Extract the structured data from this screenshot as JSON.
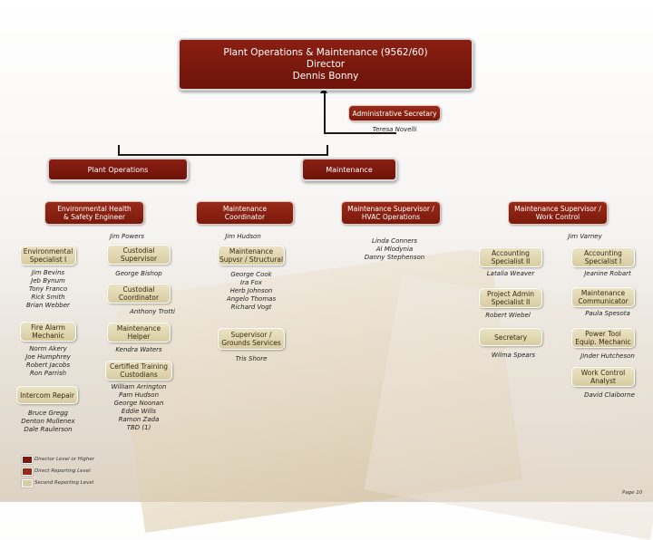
{
  "director": {
    "line1": "Plant Operations & Maintenance (9562/60)",
    "line2": "Director",
    "line3": "Dennis Bonny"
  },
  "admin": {
    "title": "Administrative Secretary",
    "name": "Teresa Novelli"
  },
  "plant_ops": "Plant Operations",
  "maintenance": "Maintenance",
  "env_health": {
    "l1": "Environmental Health",
    "l2": "& Safety Engineer"
  },
  "maint_coord": {
    "l1": "Maintenance",
    "l2": "Coordinator"
  },
  "hvac": {
    "l1": "Maintenance Supervisor /",
    "l2": "HVAC Operations"
  },
  "work_control": {
    "l1": "Maintenance Supervisor /",
    "l2": "Work Control"
  },
  "names": {
    "jim_powers": "Jim Powers",
    "jim_hudson": "Jim Hudson",
    "jim_varney": "Jim Varney",
    "hvac_staff": [
      "Linda Conners",
      "Al Mlodynia",
      "Danny Stephenson"
    ]
  },
  "col1": [
    {
      "l1": "Environmental",
      "l2": "Specialist I",
      "names": [
        "Jim Bevins",
        "Jeb Bynum",
        "Tony Franco",
        "Rick Smith",
        "Brian Webber"
      ]
    },
    {
      "l1": "Fire Alarm",
      "l2": "Mechanic",
      "names": [
        "Norm Akery",
        "Joe Humphrey",
        "Robert Jacobs",
        "Ron Parrish"
      ]
    },
    {
      "l1": "Intercom Repair",
      "l2": "",
      "names": [
        "Bruce Gregg",
        "Denton Mullenex",
        "Dale Raulerson"
      ]
    }
  ],
  "col2": [
    {
      "l1": "Custodial",
      "l2": "Supervisor",
      "names": [
        "George Bishop"
      ]
    },
    {
      "l1": "Custodial",
      "l2": "Coordinator",
      "names": [
        "Anthony Trotti"
      ]
    },
    {
      "l1": "Maintenance",
      "l2": "Helper",
      "names": [
        "Kendra Waters"
      ]
    },
    {
      "l1": "Certified Training",
      "l2": "Custodians",
      "names": [
        "William Arrington",
        "Pam Hudson",
        "George Noonan",
        "Eddie Wills",
        "Ramon Zada",
        "TBD (1)"
      ]
    }
  ],
  "col3": [
    {
      "l1": "Maintenance",
      "l2": "Supvsr / Structural",
      "names": [
        "George Cook",
        "Ira Fox",
        "Herb Johnson",
        "Angelo Thomas",
        "Richard Vogt"
      ]
    },
    {
      "l1": "Supervisor /",
      "l2": "Grounds Services",
      "names": [
        "Tris Shore"
      ]
    }
  ],
  "col4": [
    {
      "l1": "Accounting",
      "l2": "Specialist II",
      "names": [
        "Latalia Weaver"
      ]
    },
    {
      "l1": "Project Admin",
      "l2": "Specialist II",
      "names": [
        "Robert Wiebel"
      ]
    },
    {
      "l1": "Secretary",
      "l2": "",
      "names": [
        "Wilma Spears"
      ]
    }
  ],
  "col5": [
    {
      "l1": "Accounting",
      "l2": "Specialist I",
      "names": [
        "Jeanine Robart"
      ]
    },
    {
      "l1": "Maintenance",
      "l2": "Communicator",
      "names": [
        "Paula Spesota"
      ]
    },
    {
      "l1": "Power Tool",
      "l2": "Equip. Mechanic",
      "names": [
        "Jinder Hutcheson"
      ]
    },
    {
      "l1": "Work Control",
      "l2": "Analyst",
      "names": [
        "David Claiborne"
      ]
    }
  ],
  "legend": [
    {
      "label": "Director Level or Higher",
      "color": "#7a1a0c"
    },
    {
      "label": "Direct Reporting Level",
      "color": "#9a2a18"
    },
    {
      "label": "Second Reporting Level",
      "color": "#d8cca0"
    }
  ],
  "page_number": "Page 10"
}
